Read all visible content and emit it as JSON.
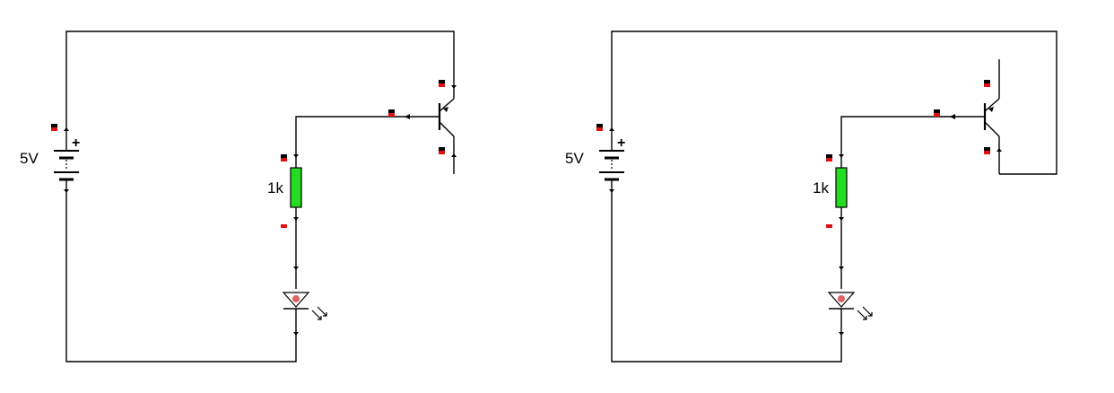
{
  "circuits": [
    {
      "id": "left",
      "battery_label": "5V",
      "battery_polarity": "+",
      "resistor_label": "1k"
    },
    {
      "id": "right",
      "battery_label": "5V",
      "battery_polarity": "+",
      "resistor_label": "1k"
    }
  ],
  "colors": {
    "wire": "#000000",
    "resistor_fill": "#22dd22",
    "pin_marker": "#e01010",
    "led_glow": "#cc2222"
  }
}
